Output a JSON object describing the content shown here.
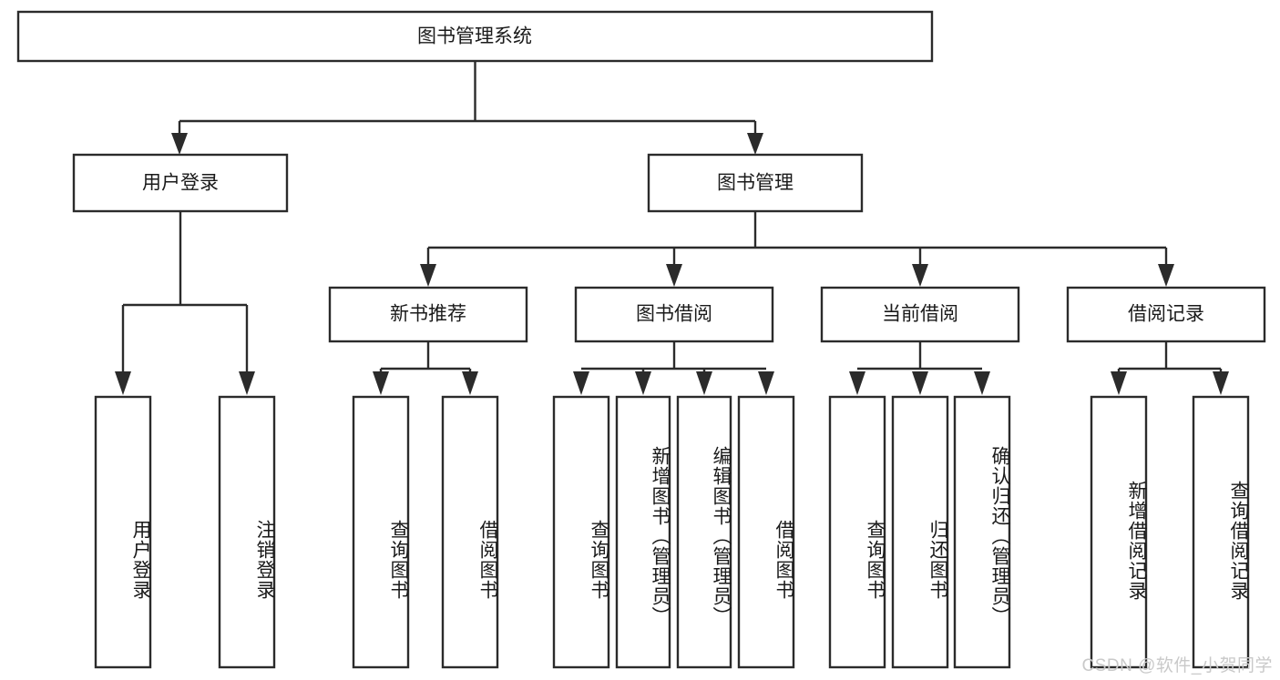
{
  "diagram": {
    "title": "图书管理系统",
    "type": "tree-hierarchy-diagram",
    "colors": {
      "stroke": "#2b2b2b",
      "fill": "#ffffff",
      "text": "#1a1a1a",
      "watermark": "#c9c9c9"
    },
    "root": {
      "id": "root",
      "label": "图书管理系统"
    },
    "level2": [
      {
        "id": "user-login",
        "label": "用户登录"
      },
      {
        "id": "book-manage",
        "label": "图书管理"
      }
    ],
    "level3": [
      {
        "id": "new-book-recommend",
        "label": "新书推荐"
      },
      {
        "id": "book-borrow",
        "label": "图书借阅"
      },
      {
        "id": "current-borrow",
        "label": "当前借阅"
      },
      {
        "id": "borrow-record",
        "label": "借阅记录"
      }
    ],
    "leaves": {
      "user_login": [
        {
          "id": "leaf-user-login",
          "label": "用户登录"
        },
        {
          "id": "leaf-logout-login",
          "label": "注销登录"
        }
      ],
      "new_book_recommend": [
        {
          "id": "leaf-query-book-1",
          "label": "查询图书"
        },
        {
          "id": "leaf-borrow-book-1",
          "label": "借阅图书"
        }
      ],
      "book_borrow": [
        {
          "id": "leaf-query-book-2",
          "label": "查询图书"
        },
        {
          "id": "leaf-add-book",
          "label": "新增图书（管理员）"
        },
        {
          "id": "leaf-edit-book",
          "label": "编辑图书（管理员）"
        },
        {
          "id": "leaf-borrow-book-2",
          "label": "借阅图书"
        }
      ],
      "current_borrow": [
        {
          "id": "leaf-query-book-3",
          "label": "查询图书"
        },
        {
          "id": "leaf-return-book",
          "label": "归还图书"
        },
        {
          "id": "leaf-confirm-return",
          "label": "确认归还（管理员）"
        }
      ],
      "borrow_record": [
        {
          "id": "leaf-add-record",
          "label": "新增借阅记录"
        },
        {
          "id": "leaf-query-record",
          "label": "查询借阅记录"
        }
      ]
    }
  },
  "watermark": {
    "text": "CSDN @软件_小贺同学"
  }
}
